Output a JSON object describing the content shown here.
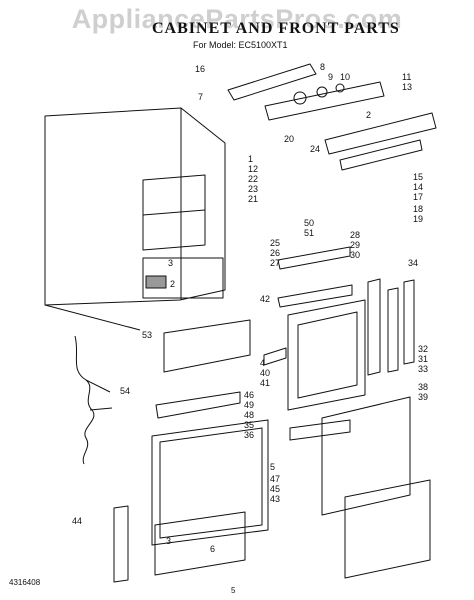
{
  "watermark": "AppliancePartsPros.com",
  "title": "CABINET AND FRONT PARTS",
  "model_line": "For Model: EC5100XT1",
  "doc_code": "4316408",
  "page_number": "5",
  "callouts": [
    "16",
    "8",
    "9",
    "10",
    "11",
    "13",
    "7",
    "1",
    "12",
    "20",
    "24",
    "22",
    "23",
    "21",
    "2",
    "15",
    "14",
    "17",
    "18",
    "19",
    "50",
    "51",
    "28",
    "29",
    "30",
    "25",
    "26",
    "27",
    "3",
    "2",
    "42",
    "34",
    "53",
    "4",
    "40",
    "41",
    "46",
    "49",
    "48",
    "35",
    "36",
    "32",
    "31",
    "33",
    "54",
    "38",
    "39",
    "5",
    "47",
    "45",
    "43",
    "44",
    "6",
    "3"
  ]
}
